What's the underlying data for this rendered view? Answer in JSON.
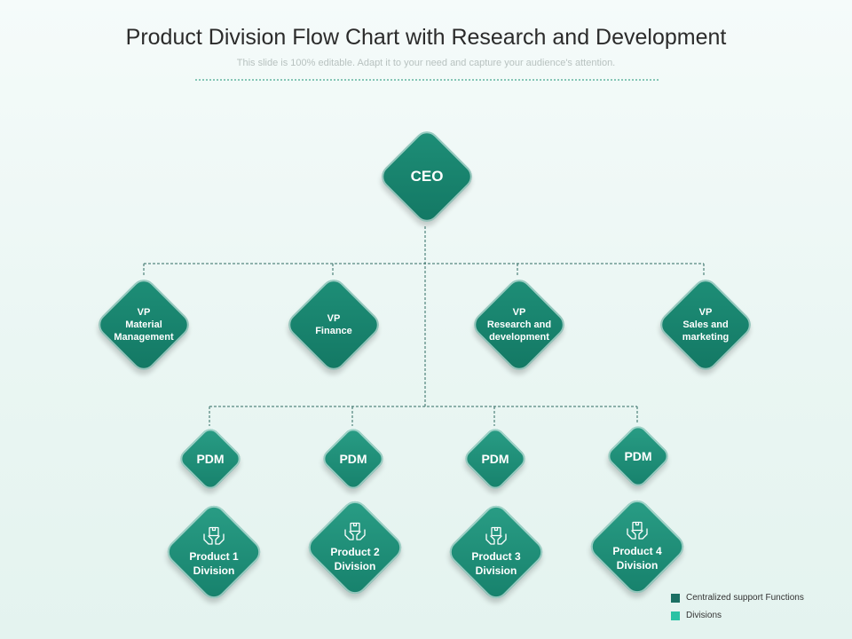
{
  "title": "Product Division Flow Chart with Research and Development",
  "subtitle": "This slide is 100% editable. Adapt it to your need and capture your audience's attention.",
  "ceo": {
    "label": "CEO"
  },
  "vps": [
    {
      "lines": [
        "VP",
        "Material",
        "Management"
      ]
    },
    {
      "lines": [
        "VP",
        "Finance"
      ]
    },
    {
      "lines": [
        "VP",
        "Research and",
        "development"
      ]
    },
    {
      "lines": [
        "VP",
        "Sales and",
        "marketing"
      ]
    }
  ],
  "pdms": [
    {
      "label": "PDM"
    },
    {
      "label": "PDM"
    },
    {
      "label": "PDM"
    },
    {
      "label": "PDM"
    }
  ],
  "products": [
    {
      "line1": "Product 1",
      "line2": "Division",
      "icon": "box-in-hands-icon"
    },
    {
      "line1": "Product 2",
      "line2": "Division",
      "icon": "box-in-hands-icon"
    },
    {
      "line1": "Product 3",
      "line2": "Division",
      "icon": "box-in-hands-icon"
    },
    {
      "line1": "Product 4",
      "line2": "Division",
      "icon": "box-in-hands-icon"
    }
  ],
  "legend": [
    {
      "label": "Centralized support Functions",
      "color": "#1b6f63"
    },
    {
      "label": "Divisions",
      "color": "#29c2a4"
    }
  ],
  "colors": {
    "node": "#17806b",
    "connector": "#2f6b62",
    "divider": "#86c6b6"
  }
}
